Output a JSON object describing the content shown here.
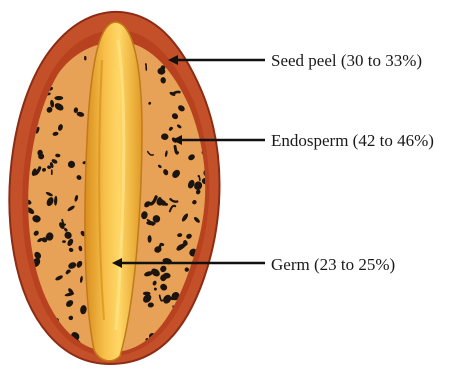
{
  "labels": {
    "seed_peel": "Seed peel (30 to 33%)",
    "endosperm": "Endosperm (42 to 46%)",
    "germ": "Germ (23 to 25%)"
  },
  "colors": {
    "peel_outer": "#c4502a",
    "peel_inner": "#a8381c",
    "endosperm_fill": "#e8a257",
    "endosperm_speckle": "#1c140f",
    "germ_fill": "#f2b43a",
    "germ_highlight": "#ffd766",
    "arrow": "#111111"
  }
}
